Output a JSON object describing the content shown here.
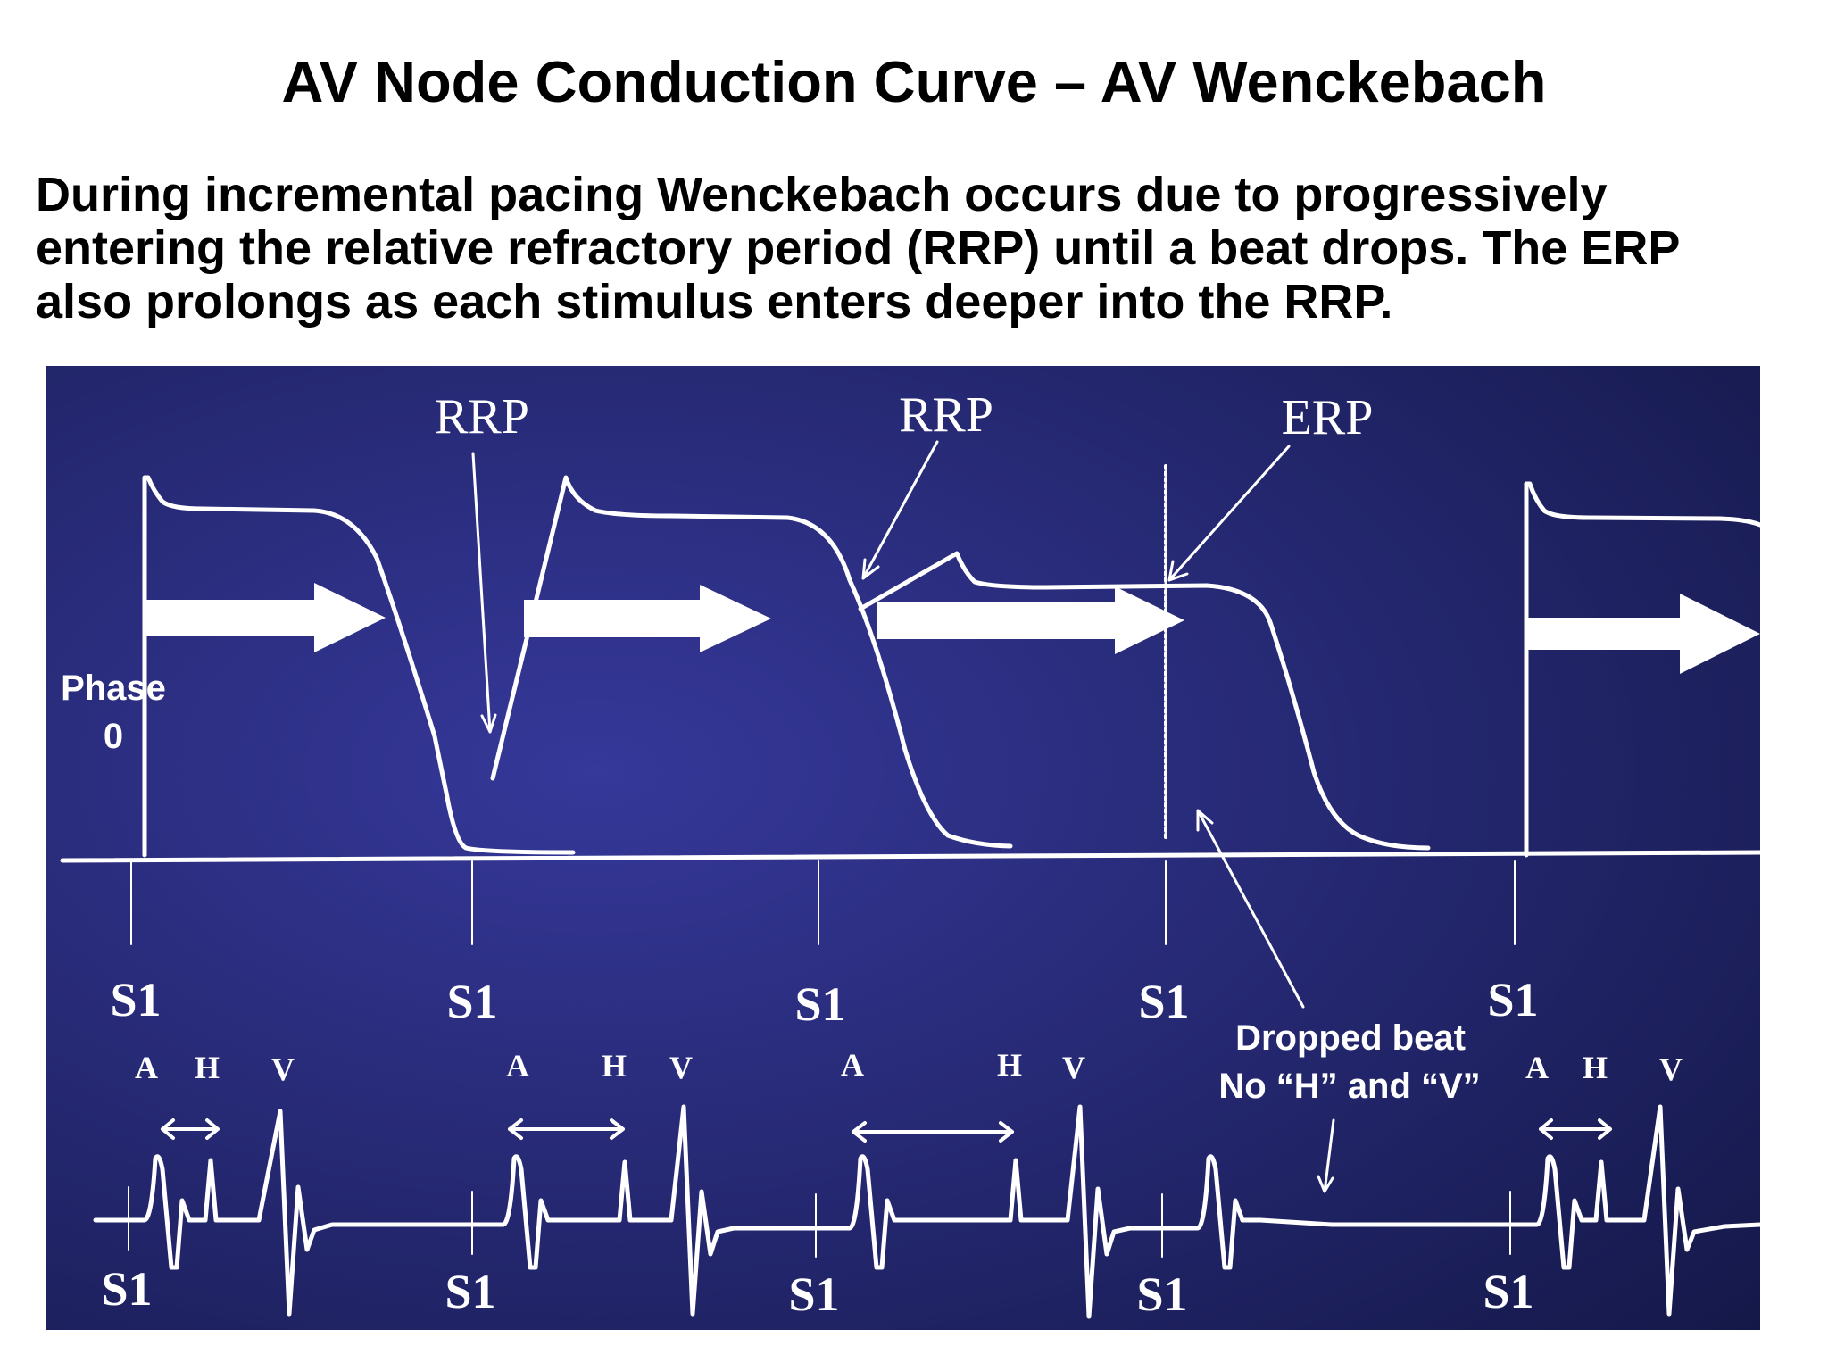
{
  "title": "AV Node Conduction Curve – AV Wenckebach",
  "description": [
    "During incremental pacing Wenckebach occurs due to progressively",
    "entering the relative refractory period (RRP) until a beat drops. The ERP",
    "also prolongs as each stimulus enters deeper into the RRP."
  ],
  "diagram": {
    "labels": {
      "rrp_1": "RRP",
      "rrp_2": "RRP",
      "erp": "ERP",
      "phase_line1": "Phase",
      "phase_line2": "0",
      "dropped_line1": "Dropped beat",
      "dropped_line2": "No “H” and “V”"
    },
    "stimulus_label": "S1",
    "egm_labels": {
      "a": "A",
      "h": "H",
      "v": "V"
    },
    "colors": {
      "background_start": "#36389a",
      "background_end": "#141848",
      "trace": "#ffffff"
    }
  }
}
